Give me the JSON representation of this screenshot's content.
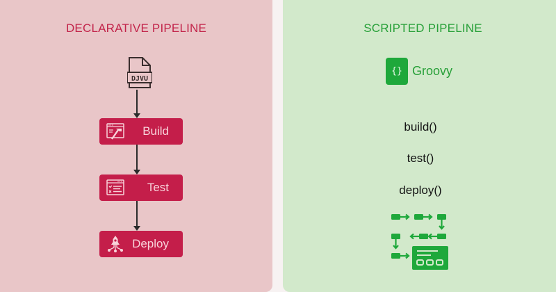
{
  "left_panel": {
    "title": "DECLARATIVE PIPELINE",
    "background": "#e9c6c8",
    "title_color": "#c2244a",
    "source_icon": {
      "name": "djvu-file-icon",
      "label": "DJVU"
    },
    "steps": [
      {
        "label": "Build",
        "icon": "build-hammer-icon"
      },
      {
        "label": "Test",
        "icon": "test-checklist-icon"
      },
      {
        "label": "Deploy",
        "icon": "deploy-rocket-icon"
      }
    ],
    "step_color": "#c41e4a"
  },
  "right_panel": {
    "title": "SCRIPTED PIPELINE",
    "background": "#d2e9cb",
    "title_color": "#28a039",
    "language": {
      "badge": "{}",
      "label": "Groovy"
    },
    "functions": [
      "build()",
      "test()",
      "deploy()"
    ],
    "flow_icon": "pipeline-flow-icon"
  }
}
